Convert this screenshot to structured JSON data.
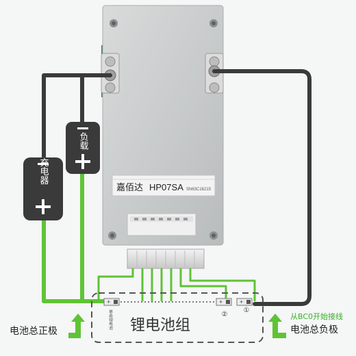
{
  "board": {
    "brand": "嘉佰达",
    "model": "HP07SA",
    "serial": "SN63C16215"
  },
  "labels": {
    "load": "负载",
    "charger": "充电器",
    "pack": "锂电池组",
    "pos_total": "电池总正极",
    "neg_total": "电池总负极",
    "bc0_hint": "从BC0开始接线",
    "cell_note": "单串锂电池",
    "num1": "①",
    "num2": "②"
  },
  "colors": {
    "green": "#5fc336",
    "dark_wire": "#3a3a3a",
    "hint_green": "#3dae2b"
  }
}
